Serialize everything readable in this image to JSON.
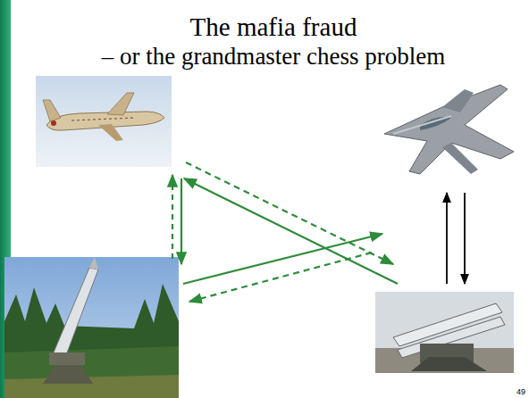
{
  "diagram": {
    "title": "The mafia fraud",
    "labels": [
      "– or the grandmaster chess problem",
      "49"
    ]
  }
}
